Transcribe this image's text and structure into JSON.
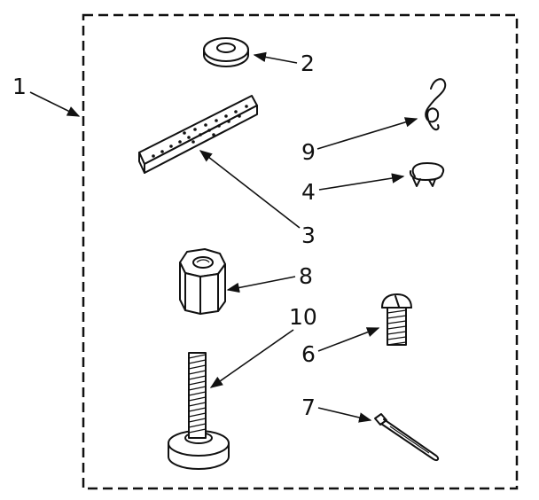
{
  "callouts": {
    "kit": "1",
    "washer": "2",
    "strap": "3",
    "clip_ring": "4",
    "screw": "6",
    "cable_tie": "7",
    "coupling_nut": "8",
    "hook": "9",
    "leveling_leg": "10"
  },
  "parts": {
    "kit": "kit-boundary",
    "washer": "flat-washer",
    "strap": "perforated-strap",
    "clip_ring": "split-ring-clip",
    "screw": "round-head-screw",
    "cable_tie": "cable-tie",
    "coupling_nut": "hex-coupling-nut",
    "hook": "wire-hook",
    "leveling_leg": "leveling-leg"
  }
}
